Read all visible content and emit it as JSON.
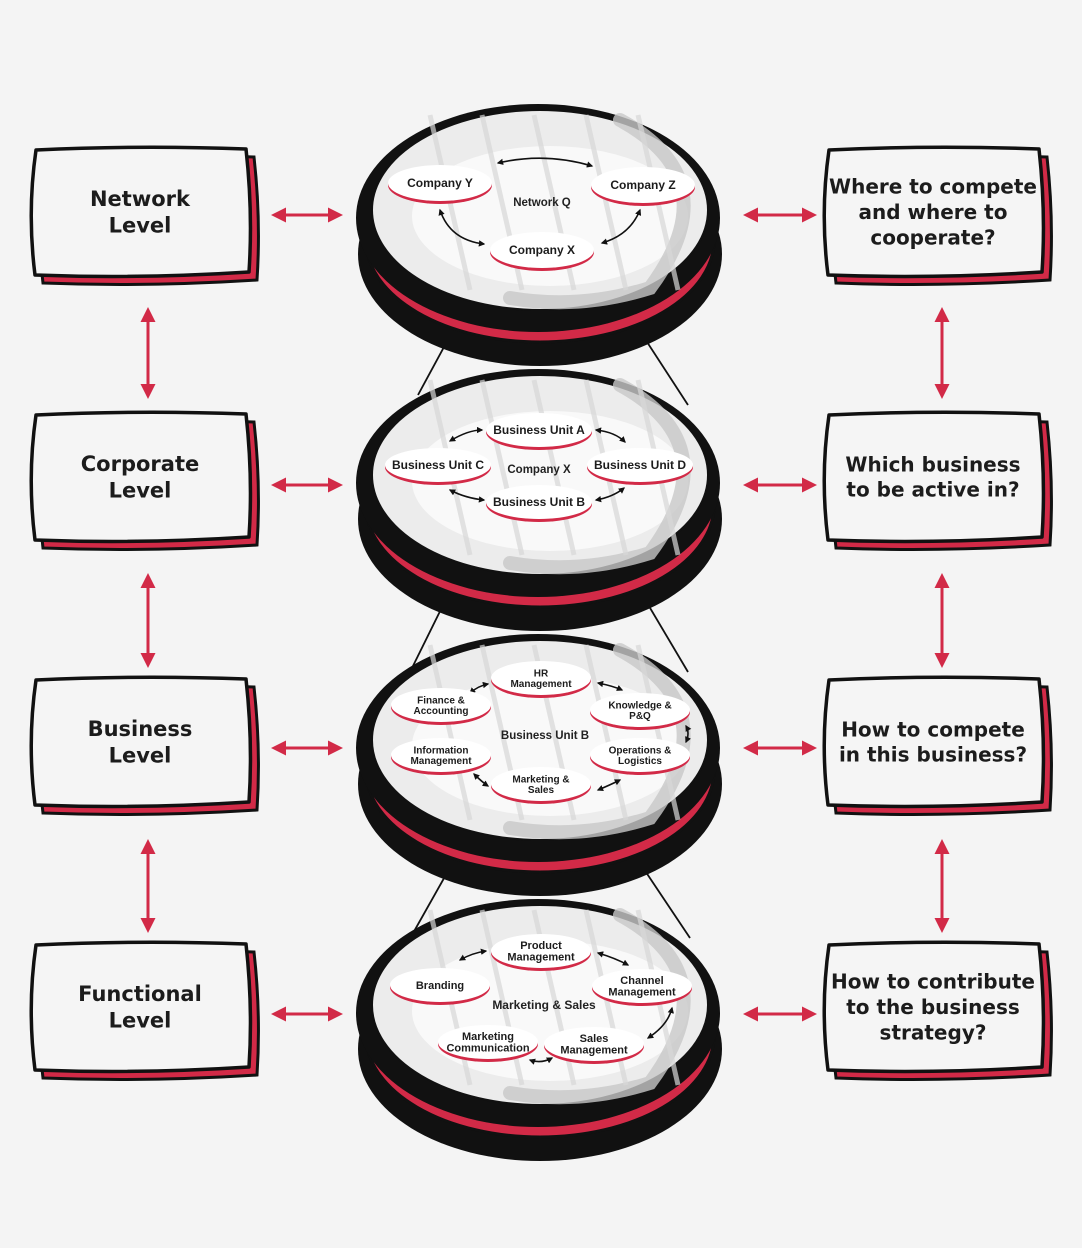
{
  "colors": {
    "accent": "#d22a47",
    "ink": "#111111",
    "background": "#f4f4f4",
    "box_fill": "#f5f5f5"
  },
  "levels": [
    {
      "label": [
        "Network",
        "Level"
      ],
      "question": [
        "Where to compete",
        "and where to",
        "cooperate?"
      ],
      "center_label": "Network Q",
      "nodes": [
        [
          "Company Y"
        ],
        [
          "Company Z"
        ],
        [
          "Company X"
        ]
      ]
    },
    {
      "label": [
        "Corporate",
        "Level"
      ],
      "question": [
        "Which business",
        "to be active in?"
      ],
      "center_label": "Company X",
      "nodes": [
        [
          "Business Unit A"
        ],
        [
          "Business Unit C"
        ],
        [
          "Business Unit D"
        ],
        [
          "Business Unit B"
        ]
      ]
    },
    {
      "label": [
        "Business",
        "Level"
      ],
      "question": [
        "How to compete",
        "in this business?"
      ],
      "center_label": "Business Unit B",
      "nodes": [
        [
          "HR",
          "Management"
        ],
        [
          "Finance &",
          "Accounting"
        ],
        [
          "Knowledge &",
          "P&Q"
        ],
        [
          "Information",
          "Management"
        ],
        [
          "Operations &",
          "Logistics"
        ],
        [
          "Marketing &",
          "Sales"
        ]
      ]
    },
    {
      "label": [
        "Functional",
        "Level"
      ],
      "question": [
        "How to contribute",
        "to the business",
        "strategy?"
      ],
      "center_label": "Marketing & Sales",
      "nodes": [
        [
          "Product",
          "Management"
        ],
        [
          "Branding"
        ],
        [
          "Channel",
          "Management"
        ],
        [
          "Marketing",
          "Communication"
        ],
        [
          "Sales",
          "Management"
        ]
      ]
    }
  ]
}
